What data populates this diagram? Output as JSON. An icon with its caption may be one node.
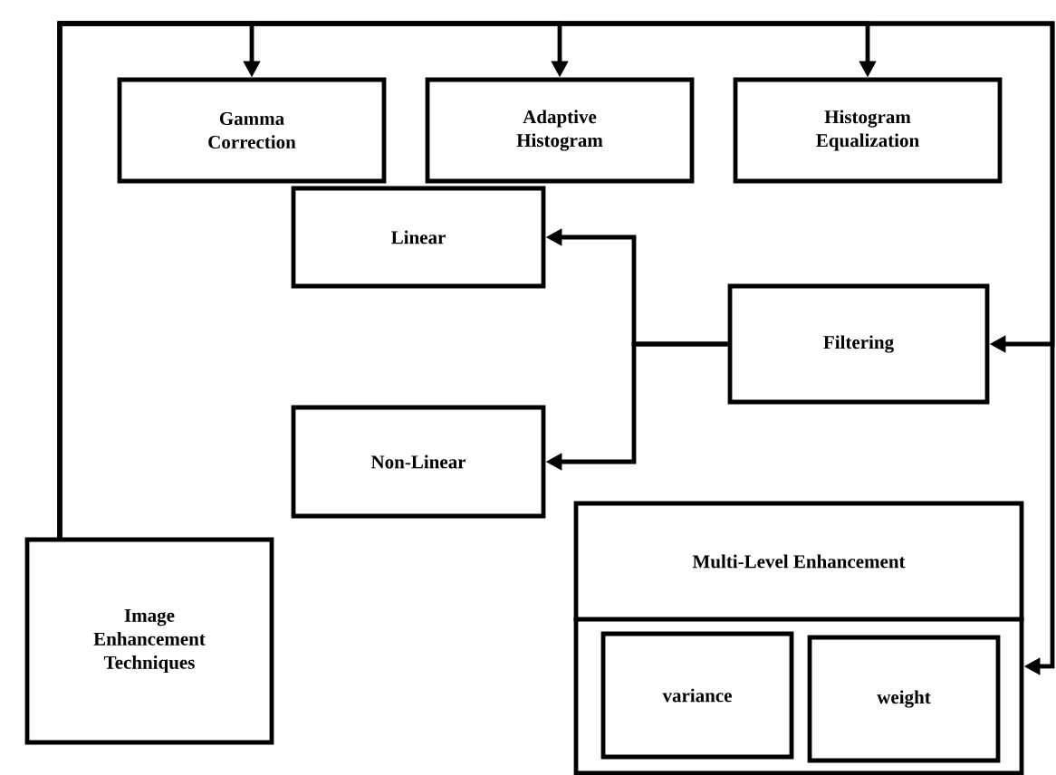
{
  "diagram": {
    "nodes": [
      {
        "text": [
          "Image Enhancement Techniques"
        ]
      },
      {
        "text": [
          "Gamma Correction"
        ]
      },
      {
        "text": [
          "Adaptive Histogram"
        ]
      },
      {
        "text": [
          "Histogram Equalization"
        ]
      },
      {
        "text": [
          "Linear"
        ]
      },
      {
        "text": [
          "Filtering"
        ]
      },
      {
        "text": [
          "Non-Linear"
        ]
      },
      {
        "text": [
          "Multi-Level Enhancement"
        ]
      },
      {
        "text": [
          "variance"
        ],
        "in": 7
      },
      {
        "text": [
          "weight"
        ],
        "in": 7
      }
    ],
    "edges": [
      {
        "from": 0,
        "to": 1,
        "arrow": "to"
      },
      {
        "from": 0,
        "to": 2,
        "arrow": "to"
      },
      {
        "from": 0,
        "to": 3,
        "arrow": "to"
      },
      {
        "from": 0,
        "to": 5,
        "arrow": "to"
      },
      {
        "from": 0,
        "to": 7,
        "arrow": "to"
      },
      {
        "from": 5,
        "to": 4,
        "arrow": "to"
      },
      {
        "from": 5,
        "to": 6,
        "arrow": "to"
      }
    ]
  }
}
